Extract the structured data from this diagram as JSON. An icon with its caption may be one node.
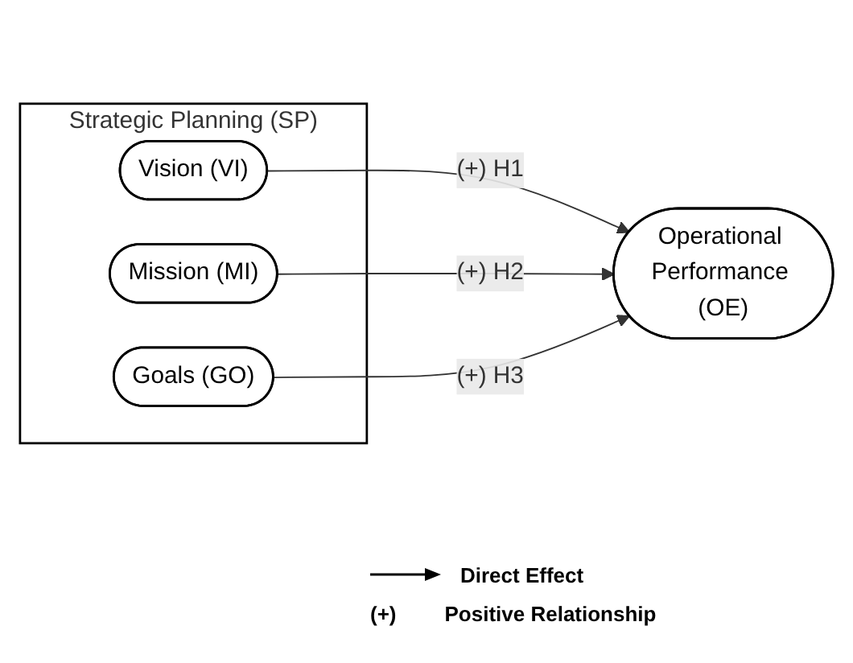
{
  "diagram": {
    "nodes": [
      {
        "text": [
          "Strategic Planning (SP)"
        ]
      },
      {
        "text": [
          "Vision (VI)"
        ],
        "in": 0
      },
      {
        "text": [
          "Mission (MI)"
        ],
        "in": 0
      },
      {
        "text": [
          "Goals (GO)"
        ],
        "in": 0
      },
      {
        "text": [
          "Operational Performance (OE)"
        ]
      }
    ],
    "edges": [
      {
        "from": 1,
        "to": 4,
        "arrow": "to",
        "label": "(+) H1"
      },
      {
        "from": 2,
        "to": 4,
        "arrow": "to",
        "label": "(+) H2"
      },
      {
        "from": 3,
        "to": 4,
        "arrow": "to",
        "label": "(+) H3"
      }
    ],
    "labels": [
      "(+)",
      "Positive Relationship"
    ],
    "legend": [
      {
        "text": "Direct Effect"
      }
    ]
  }
}
